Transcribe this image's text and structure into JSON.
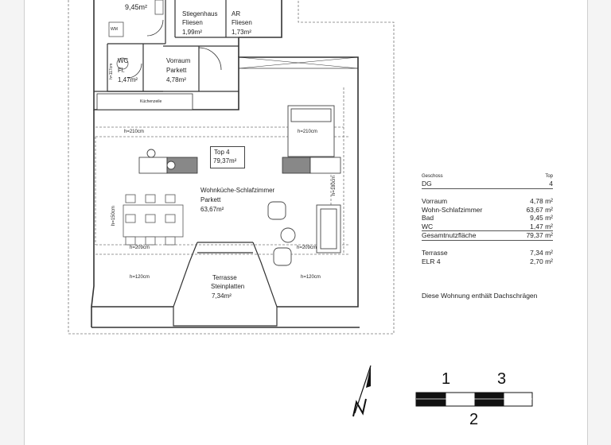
{
  "rooms": {
    "bad": {
      "area": "9,45m²"
    },
    "wm": "WM",
    "stiegenhaus": {
      "name": "Stiegenhaus",
      "floor": "Fliesen",
      "area": "1,99m²"
    },
    "ar": {
      "name": "AR",
      "floor": "Fliesen",
      "area": "1,73m²"
    },
    "wc": {
      "name": "WC",
      "floor": "Fl.",
      "area": "1,47m²",
      "height": "h=117cm"
    },
    "vorraum": {
      "name": "Vorraum",
      "floor": "Parkett",
      "area": "4,78m²"
    },
    "kuechenzeile": "Küchenzeile",
    "top": {
      "name": "Top 4",
      "area": "79,37m²"
    },
    "wohnkueche": {
      "name": "Wohnküche-Schlafzimmer",
      "floor": "Parkett",
      "area": "63,67m²"
    },
    "terrasse": {
      "name": "Terrasse",
      "floor": "Steinplatten",
      "area": "7,34m²"
    }
  },
  "heights": {
    "h210_left": "h=210cm",
    "h210_right": "h=210cm",
    "h180": "h=180cm",
    "h150": "h=150cm",
    "h209_left": "h=209cm",
    "h209_right": "h=209cm",
    "h120_left": "h=120cm",
    "h120_right": "h=120cm"
  },
  "info": {
    "header_left": "Geschoss",
    "header_right": "Top",
    "floor": "DG",
    "unit": "4",
    "rows": [
      {
        "label": "Vorraum",
        "value": "4,78 m²"
      },
      {
        "label": "Wohn-Schlafzimmer",
        "value": "63,67 m²"
      },
      {
        "label": "Bad",
        "value": "9,45 m²"
      },
      {
        "label": "WC",
        "value": "1,47 m²"
      }
    ],
    "total_label": "Gesamtnutzfläche",
    "total_value": "79,37 m²",
    "extra": [
      {
        "label": "Terrasse",
        "value": "7,34 m²"
      },
      {
        "label": "ELR 4",
        "value": "2,70 m²"
      }
    ],
    "note": "Diese Wohnung enthält Dachschrägen"
  },
  "scale": {
    "label_1": "1",
    "label_2": "2",
    "label_3": "3"
  },
  "north": "N"
}
